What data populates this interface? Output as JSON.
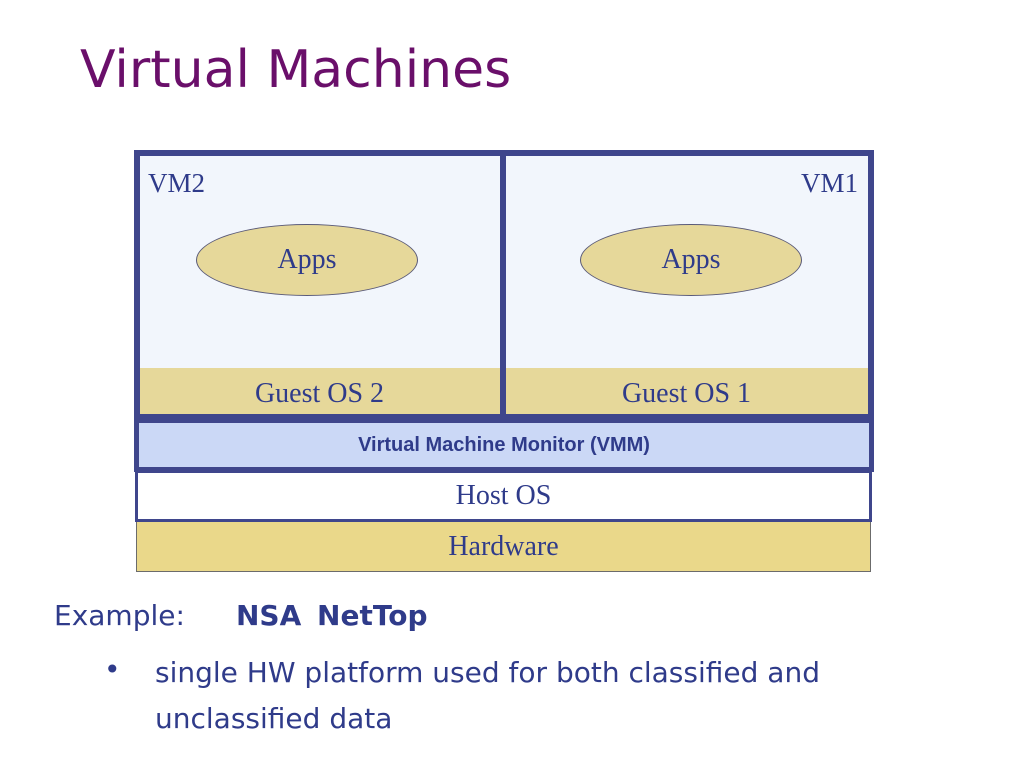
{
  "slide": {
    "title": "Virtual Machines"
  },
  "diagram": {
    "vm2": {
      "label": "VM2",
      "apps": "Apps",
      "guest_os": "Guest OS 2"
    },
    "vm1": {
      "label": "VM1",
      "apps": "Apps",
      "guest_os": "Guest OS 1"
    },
    "vmm": "Virtual Machine Monitor (VMM)",
    "host_os": "Host OS",
    "hardware": "Hardware",
    "colors": {
      "frame": "#3f468c",
      "vm_background": "#f2f6fc",
      "apps_fill": "#e6d89a",
      "guest_os_fill": "#e6d89a",
      "vmm_fill": "#cbd8f6",
      "hardware_fill": "#ead88a",
      "text": "#2f3b8a"
    }
  },
  "example": {
    "label": "Example:",
    "value": "NSA  NetTop",
    "bullet_symbol": "•",
    "bullets": [
      "single HW platform used for both classified and unclassified data"
    ]
  },
  "colors": {
    "title": "#6a0f6a",
    "body_text": "#2f3b8a"
  }
}
